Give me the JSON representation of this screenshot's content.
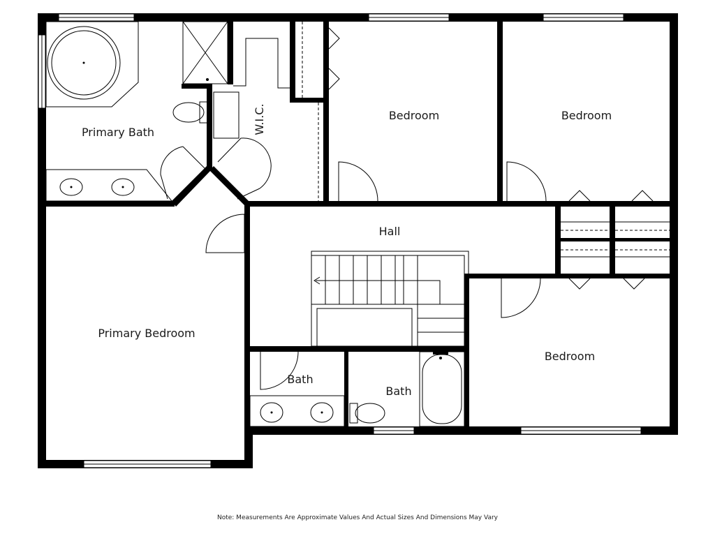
{
  "rooms": {
    "primary_bath": "Primary Bath",
    "wic": "W.I.C.",
    "bedroom_1": "Bedroom",
    "bedroom_2": "Bedroom",
    "hall": "Hall",
    "primary_bedroom": "Primary Bedroom",
    "bath_1": "Bath",
    "bath_2": "Bath",
    "bedroom_3": "Bedroom"
  },
  "note": "Note: Measurements Are Approximate Values And Actual Sizes And Dimensions May Vary"
}
